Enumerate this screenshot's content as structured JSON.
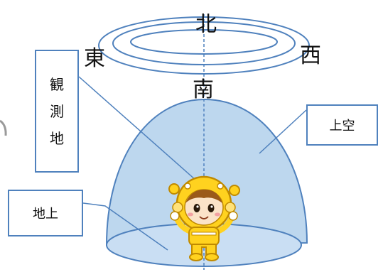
{
  "directions": {
    "north": "北",
    "south": "南",
    "east": "東",
    "west": "西"
  },
  "labels": {
    "observation_site": [
      "観",
      "測",
      "地"
    ],
    "sky": "上空",
    "ground": "地上"
  },
  "colors": {
    "dome_fill": "#bdd7ee",
    "outline": "#4f81bd",
    "mascot_yellow": "#ffd21f",
    "mascot_outline": "#c08a00",
    "text": "#111111"
  },
  "icons": {
    "mascot": "astronaut-mascot-figure"
  }
}
